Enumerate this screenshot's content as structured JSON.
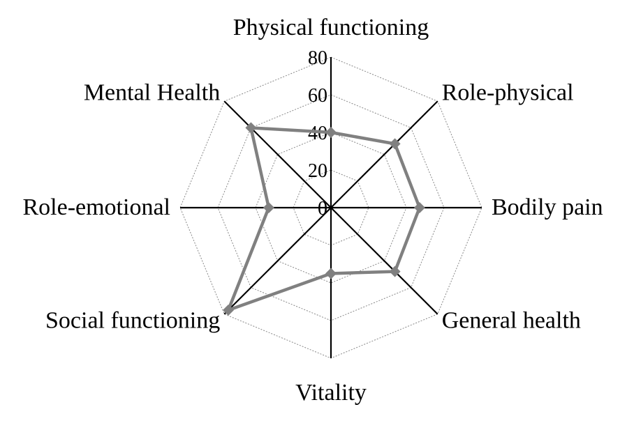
{
  "chart_data": {
    "type": "radar",
    "categories": [
      "Physical functioning",
      "Role-physical",
      "Bodily pain",
      "General health",
      "Vitality",
      "Social functioning",
      "Role-emotional",
      "Mental Health"
    ],
    "series": [
      {
        "values": [
          40,
          48,
          47,
          48,
          35,
          77,
          33,
          60
        ]
      }
    ],
    "rlim": [
      0,
      80
    ],
    "ticks": [
      "0",
      "20",
      "40",
      "60",
      "80"
    ],
    "tick_values": [
      0,
      20,
      40,
      60,
      80
    ],
    "grid": true,
    "legend": "none",
    "colors": {
      "series": "#808080",
      "spokes": "#000000",
      "grid": "#888888"
    }
  }
}
